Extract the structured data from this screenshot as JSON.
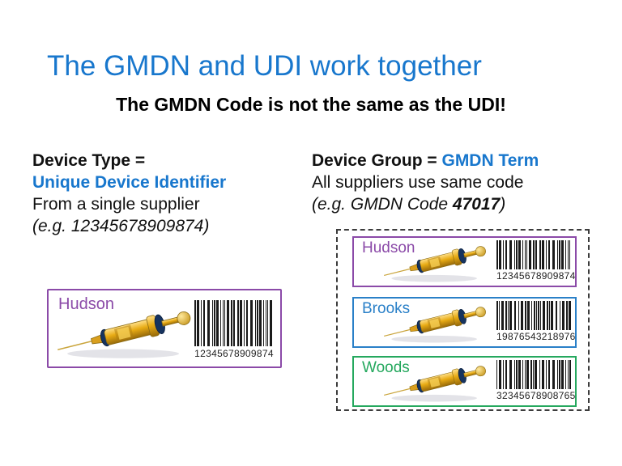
{
  "title": {
    "text": "The GMDN and UDI work together",
    "color": "#1877cd"
  },
  "subtitle": "The GMDN Code is not the same as the UDI!",
  "colors": {
    "heading_blue": "#1877cd",
    "text_black": "#111111",
    "dashed_border": "#3c3c3c"
  },
  "device_type_block": {
    "heading_black": "Device Type =",
    "heading_blue": "Unique Device Identifier",
    "line": "From a single supplier",
    "example": "(e.g. 12345678909874)"
  },
  "device_group_block": {
    "heading_black": "Device Group = ",
    "heading_blue": "GMDN Term",
    "line": "All suppliers use same code",
    "example_prefix": "(e.g. GMDN Code ",
    "example_code": "47017",
    "example_suffix": ")"
  },
  "single_device_label": {
    "supplier": "Hudson",
    "barcode_number": "12345678909874",
    "accent": "#8b4aa8"
  },
  "device_group_panel": {
    "labels": [
      {
        "supplier": "Hudson",
        "barcode_number": "12345678909874",
        "accent": "#8b4aa8"
      },
      {
        "supplier": "Brooks",
        "barcode_number": "19876543218976",
        "accent": "#2a80c8"
      },
      {
        "supplier": "Woods",
        "barcode_number": "32345678908765",
        "accent": "#25a85e"
      }
    ]
  },
  "icons": {
    "syringe": "syringe-icon",
    "barcode": "barcode-graphic"
  }
}
